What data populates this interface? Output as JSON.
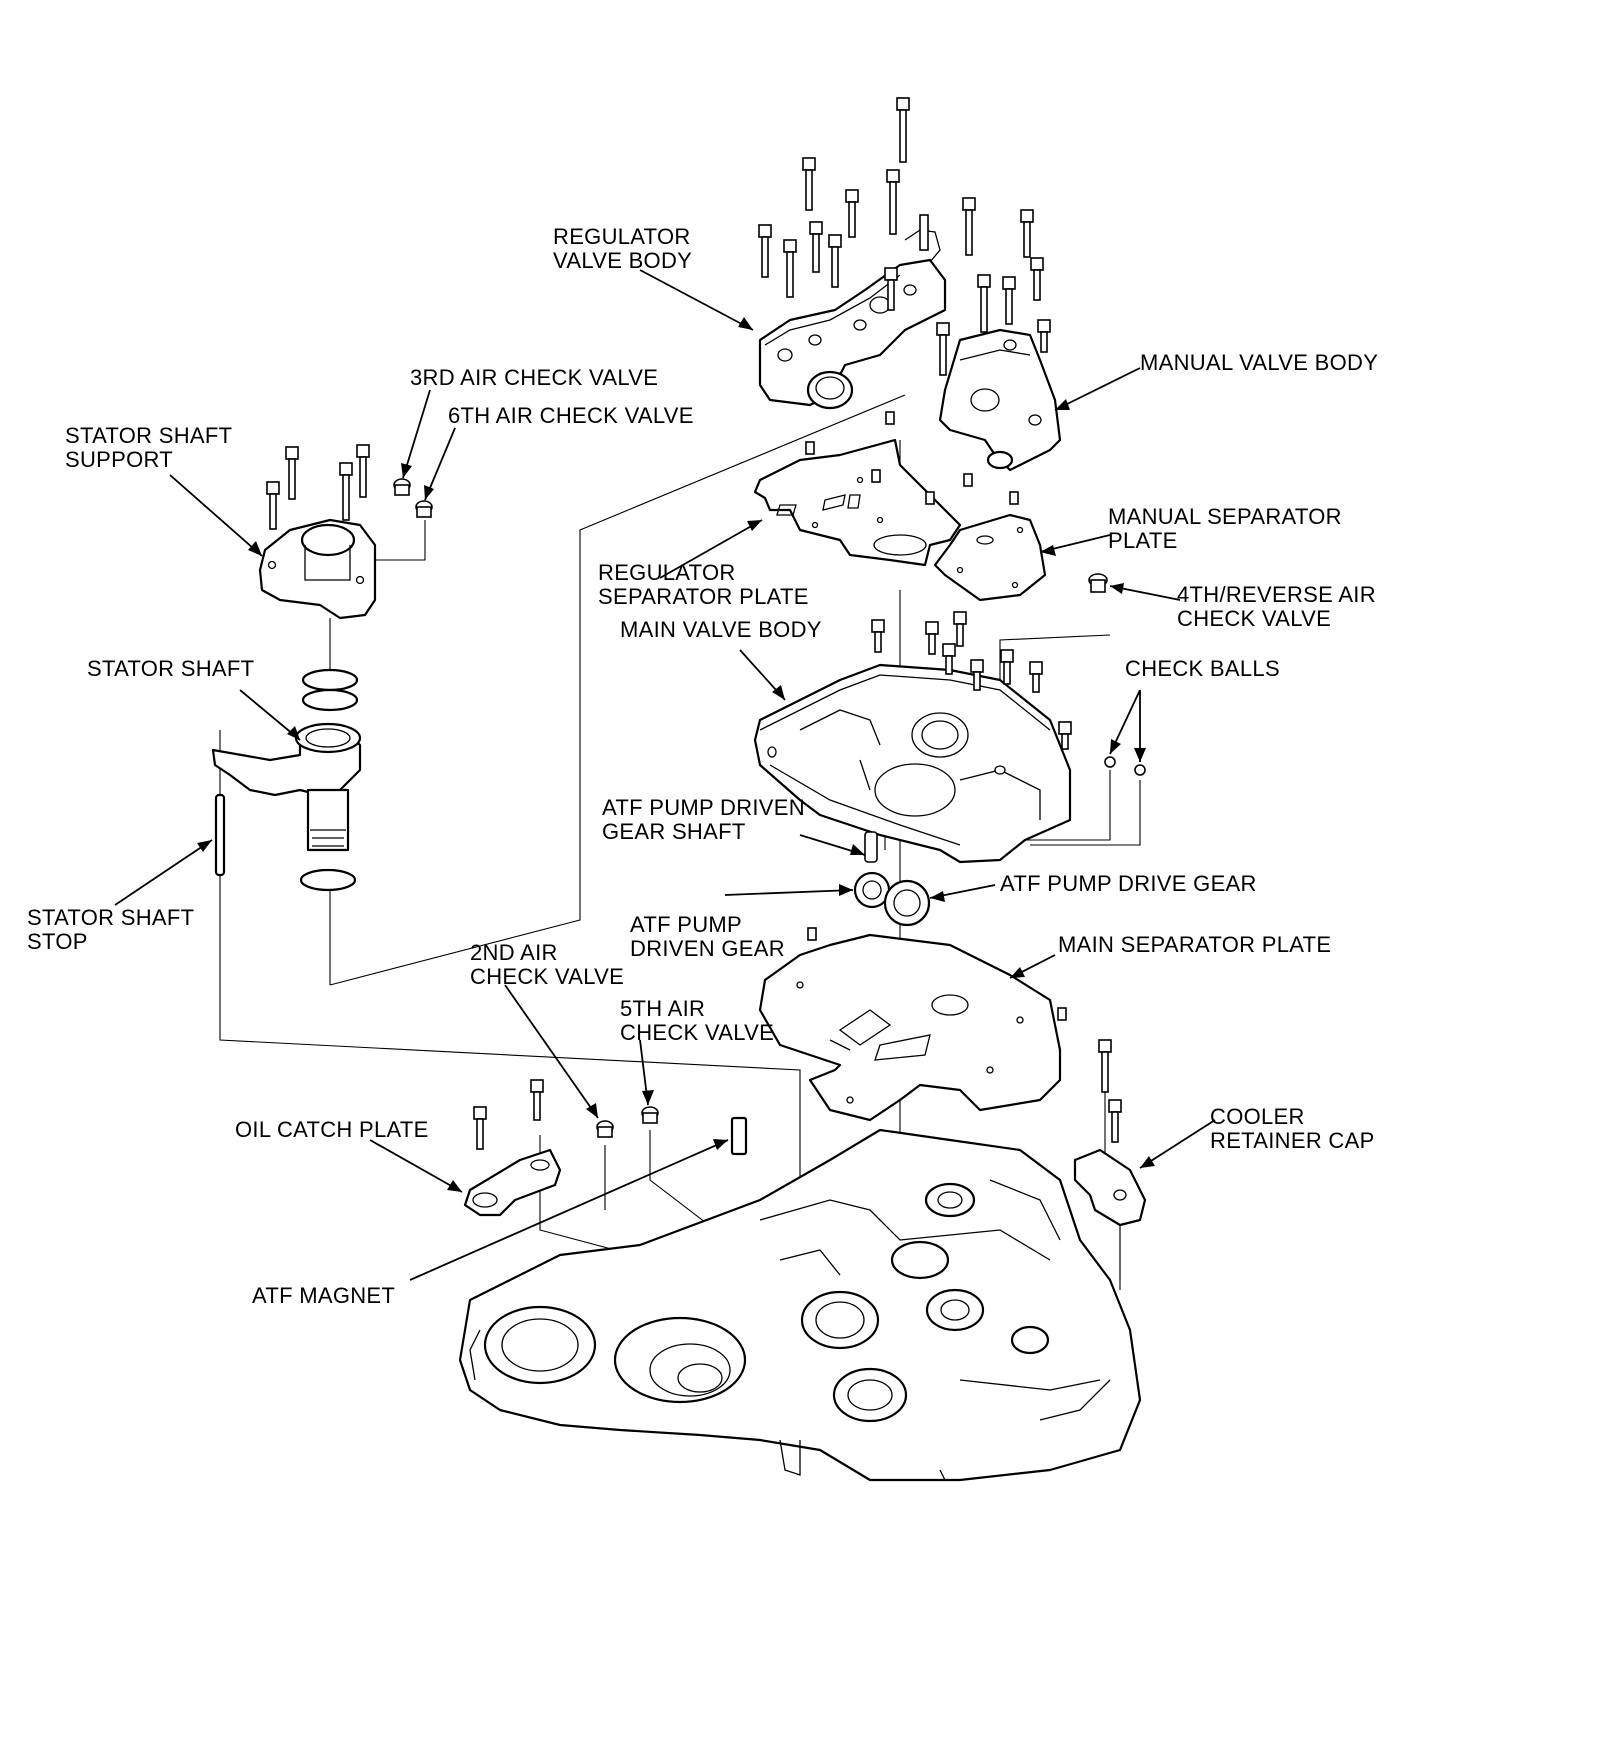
{
  "labels": {
    "regulator_valve_body": [
      "REGULATOR",
      "VALVE BODY"
    ],
    "manual_valve_body": [
      "MANUAL VALVE BODY"
    ],
    "third_air_check_valve": [
      "3RD AIR CHECK VALVE"
    ],
    "sixth_air_check_valve": [
      "6TH AIR CHECK VALVE"
    ],
    "stator_shaft_support": [
      "STATOR SHAFT",
      "SUPPORT"
    ],
    "manual_separator_plate": [
      "MANUAL SEPARATOR",
      "PLATE"
    ],
    "regulator_separator_plate": [
      "REGULATOR",
      "SEPARATOR PLATE"
    ],
    "fourth_reverse_air_check_valve": [
      "4TH/REVERSE AIR",
      "CHECK VALVE"
    ],
    "main_valve_body": [
      "MAIN VALVE BODY"
    ],
    "check_balls": [
      "CHECK BALLS"
    ],
    "stator_shaft": [
      "STATOR SHAFT"
    ],
    "atf_pump_driven_gear_shaft": [
      "ATF PUMP DRIVEN",
      "GEAR SHAFT"
    ],
    "atf_pump_drive_gear": [
      "ATF PUMP DRIVE GEAR"
    ],
    "stator_shaft_stop": [
      "STATOR SHAFT",
      "STOP"
    ],
    "atf_pump_driven_gear": [
      "ATF PUMP",
      "DRIVEN GEAR"
    ],
    "main_separator_plate": [
      "MAIN SEPARATOR PLATE"
    ],
    "second_air_check_valve": [
      "2ND AIR",
      "CHECK VALVE"
    ],
    "fifth_air_check_valve": [
      "5TH AIR",
      "CHECK VALVE"
    ],
    "cooler_retainer_cap": [
      "COOLER",
      "RETAINER CAP"
    ],
    "oil_catch_plate": [
      "OIL CATCH PLATE"
    ],
    "atf_magnet": [
      "ATF MAGNET"
    ]
  }
}
